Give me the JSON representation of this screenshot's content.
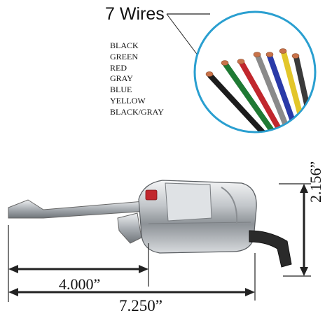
{
  "callout": {
    "title": "7 Wires"
  },
  "wires": [
    {
      "label": "BLACK",
      "color": "#1c1c1c"
    },
    {
      "label": "GREEN",
      "color": "#1f7a34"
    },
    {
      "label": "RED",
      "color": "#c1272d"
    },
    {
      "label": "GRAY",
      "color": "#8a8a8a"
    },
    {
      "label": "BLUE",
      "color": "#2a3aa8"
    },
    {
      "label": "YELLOW",
      "color": "#e3c62a"
    },
    {
      "label": "BLACK/GRAY",
      "color": "#3a3a3a"
    }
  ],
  "dimensions": {
    "overall_width": "7.250”",
    "pivot_offset": "4.000”",
    "height": "2.156”"
  },
  "colors": {
    "callout_ring": "#2a9fd0",
    "chrome": "#c8ccd0",
    "copper": "#c8734a"
  }
}
